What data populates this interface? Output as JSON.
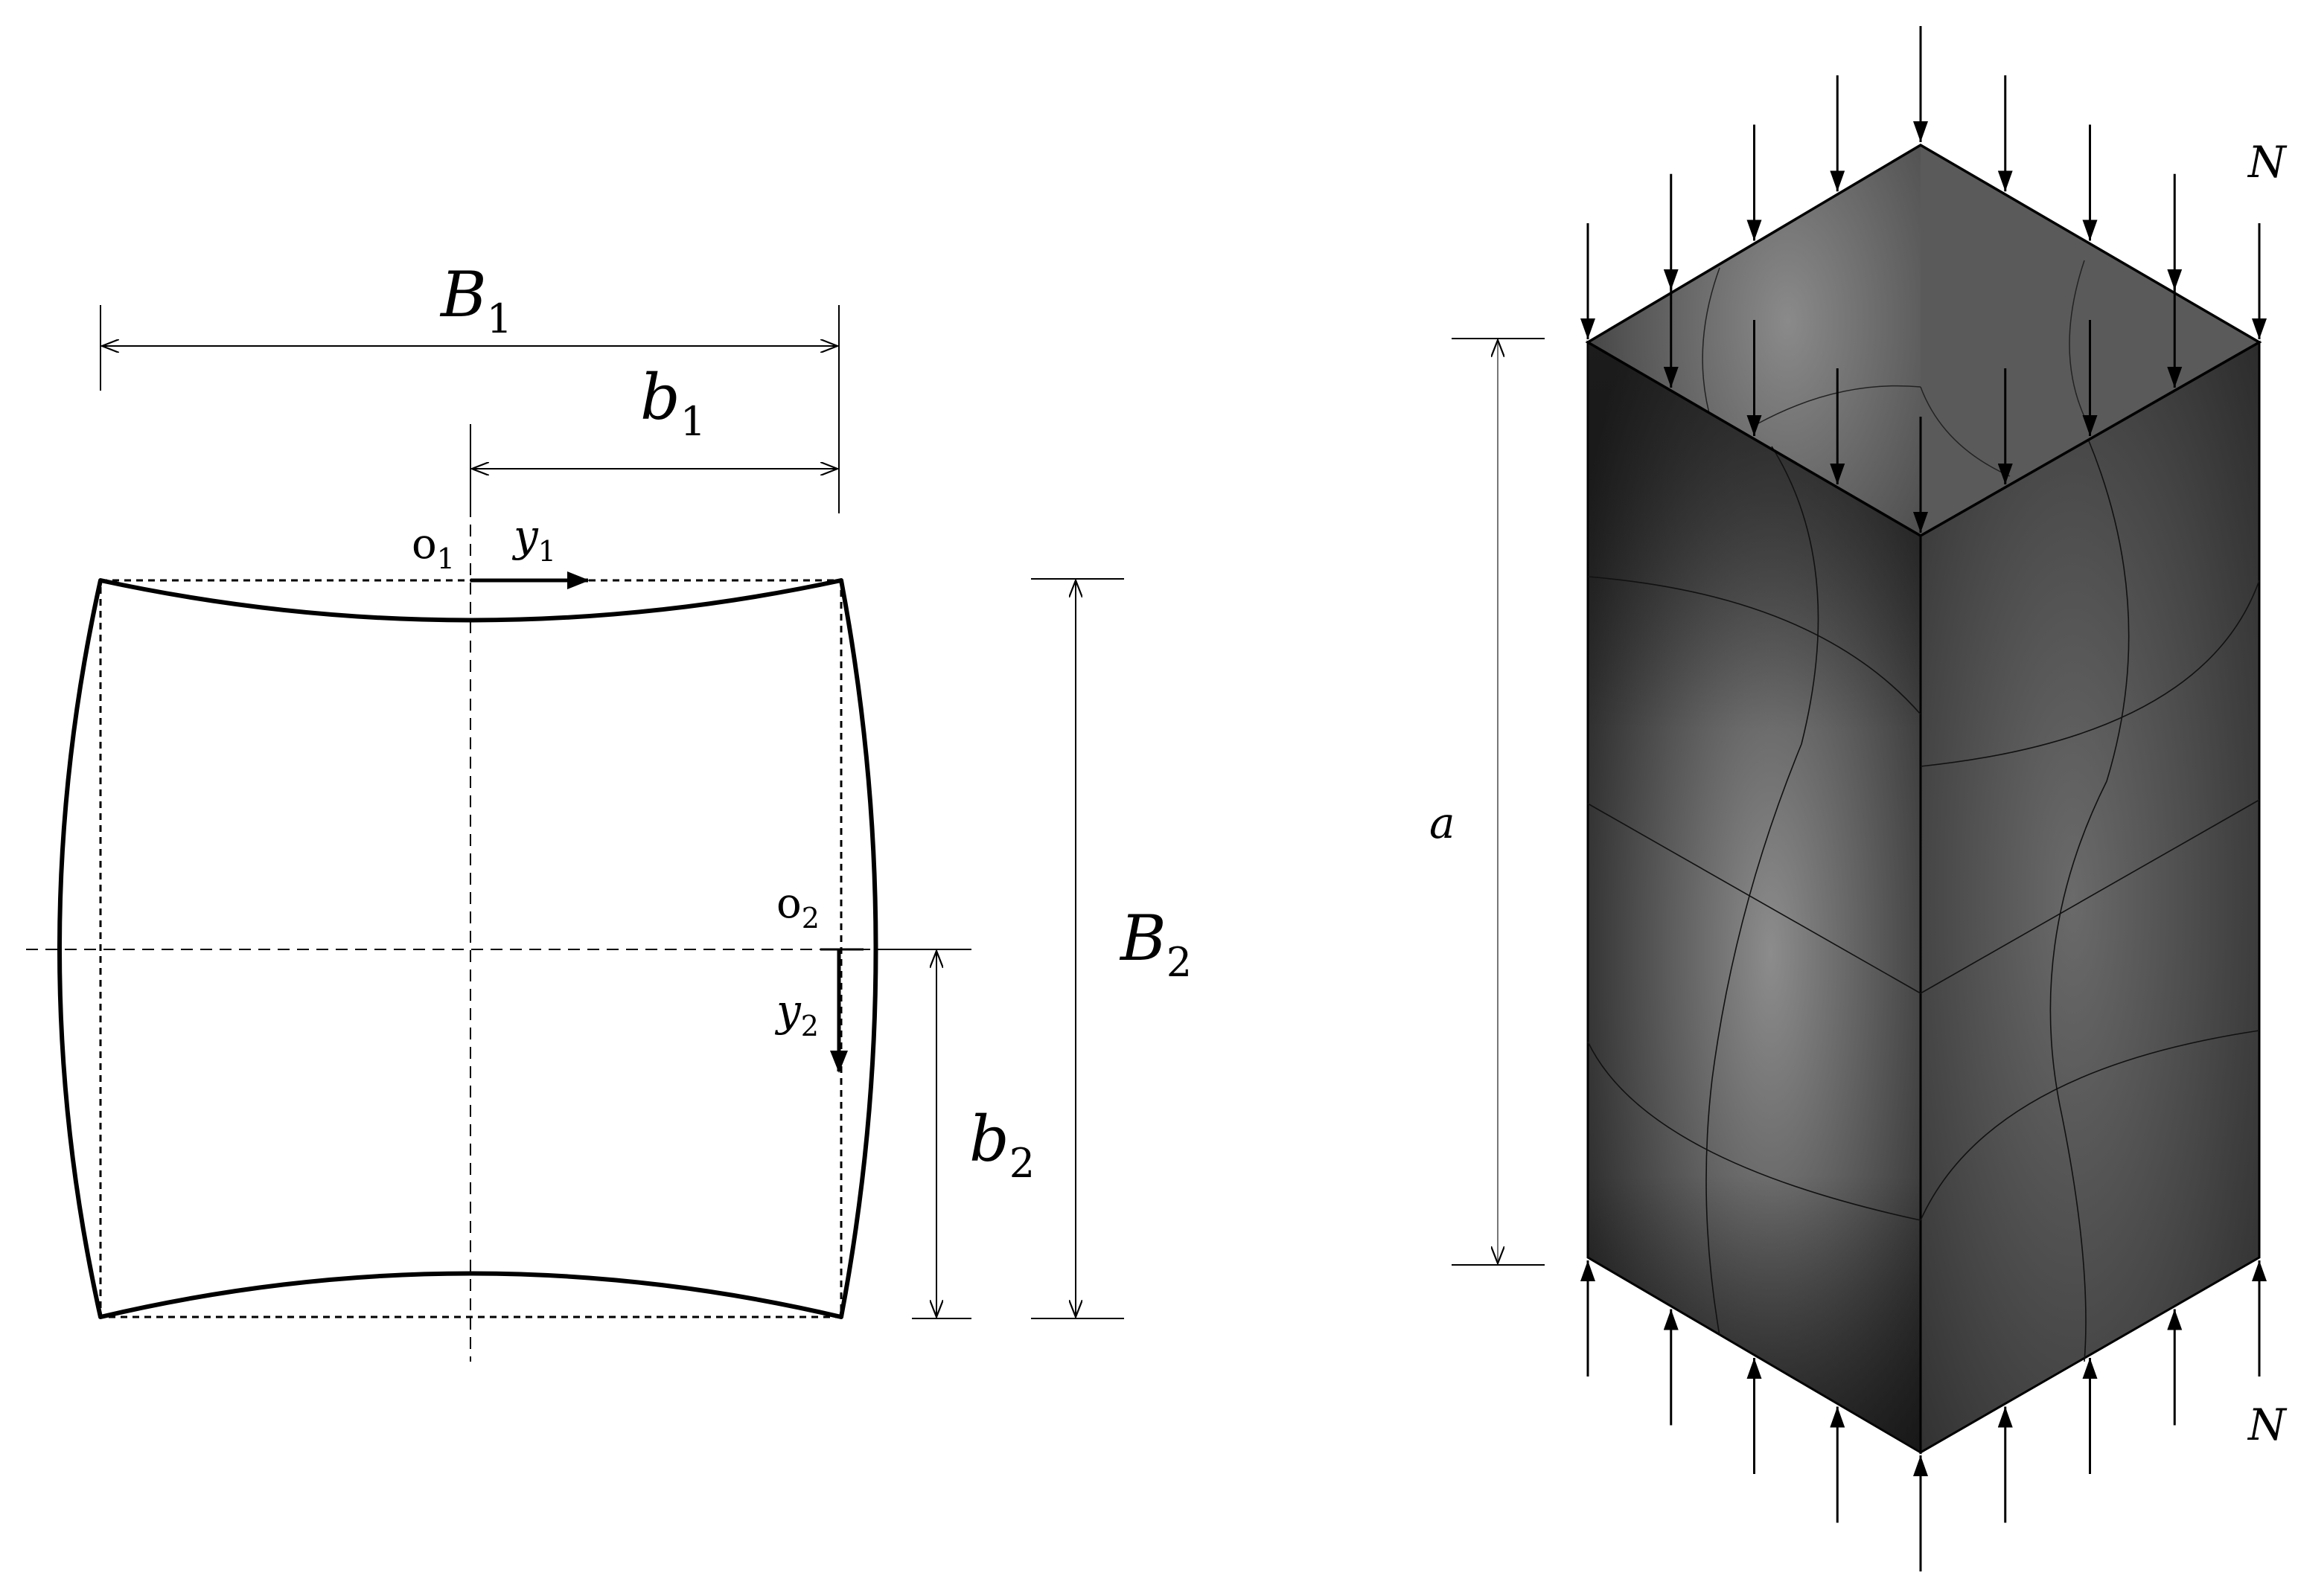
{
  "left_panel": {
    "B1": {
      "main": "B",
      "sub": "1"
    },
    "b1": {
      "main": "b",
      "sub": "1"
    },
    "B2": {
      "main": "B",
      "sub": "2"
    },
    "b2": {
      "main": "b",
      "sub": "2"
    },
    "o1": {
      "main": "o",
      "sub": "1"
    },
    "y1": {
      "main": "y",
      "sub": "1"
    },
    "o2": {
      "main": "o",
      "sub": "2"
    },
    "y2": {
      "main": "y",
      "sub": "2"
    }
  },
  "right_panel": {
    "height_label": "a",
    "load_label_top": "N",
    "load_label_bottom": "N"
  },
  "colors": {
    "ink": "#000000",
    "face_dark": "#2a2a2a",
    "face_mid": "#6e6e6e",
    "face_light": "#9a9a9a"
  }
}
